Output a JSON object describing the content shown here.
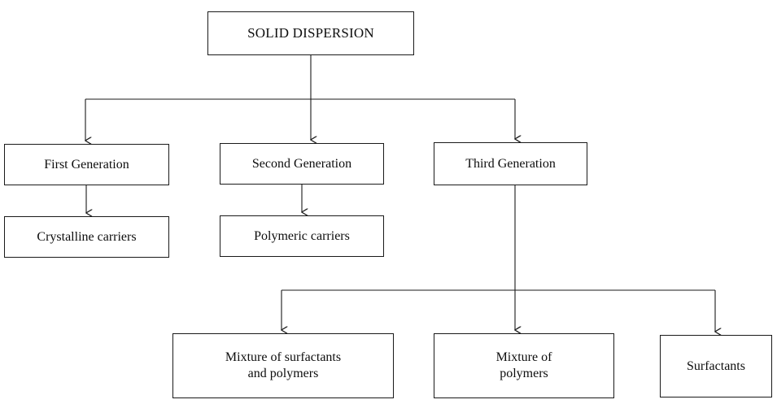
{
  "diagram": {
    "title": "Solid Dispersion classification flowchart",
    "type": "tree-flowchart",
    "colors": {
      "background": "#ffffff",
      "box_fill": "#ffffff",
      "box_border": "#1a1a1a",
      "connector": "#1a1a1a",
      "text": "#0d0d0d"
    },
    "nodes": {
      "root": {
        "label": "SOLID DISPERSION"
      },
      "generation_1": {
        "label": "First Generation"
      },
      "generation_2": {
        "label": "Second Generation"
      },
      "generation_3": {
        "label": "Third Generation"
      },
      "carrier_1": {
        "label": "Crystalline carriers"
      },
      "carrier_2": {
        "label": "Polymeric carriers"
      },
      "third_child_1": {
        "label": "Mixture of surfactants\nand polymers"
      },
      "third_child_2": {
        "label": "Mixture of\npolymers"
      },
      "third_child_3": {
        "label": "Surfactants"
      }
    },
    "edges": [
      {
        "from": "root",
        "to": "generation_1",
        "style": "elbow-arrow"
      },
      {
        "from": "root",
        "to": "generation_2",
        "style": "straight-arrow"
      },
      {
        "from": "root",
        "to": "generation_3",
        "style": "elbow-arrow"
      },
      {
        "from": "generation_1",
        "to": "carrier_1",
        "style": "straight-arrow"
      },
      {
        "from": "generation_2",
        "to": "carrier_2",
        "style": "straight-arrow"
      },
      {
        "from": "generation_3",
        "to": "third_child_1",
        "style": "elbow-arrow"
      },
      {
        "from": "generation_3",
        "to": "third_child_2",
        "style": "straight-arrow"
      },
      {
        "from": "generation_3",
        "to": "third_child_3",
        "style": "elbow-arrow"
      }
    ]
  }
}
